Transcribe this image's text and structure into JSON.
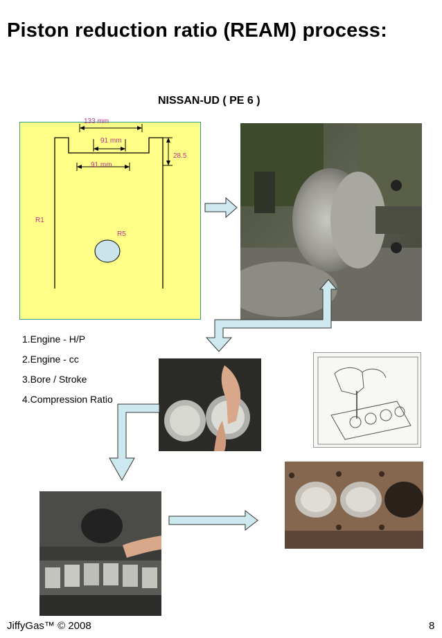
{
  "page": {
    "title": "Piston reduction ratio (REAM) process:",
    "subtitle": "NISSAN-UD ( PE 6 )"
  },
  "diagram": {
    "dim_top": "133 mm",
    "dim_inner": "91 mm",
    "dim_lower": "91 mm",
    "dim_depth": "28.5",
    "label_r1": "R1",
    "label_r5": "R5",
    "colors": {
      "fill": "#ffff88",
      "border": "#2e9e8e",
      "dimension_text": "#c0308a",
      "hole": "#c9e4ea"
    }
  },
  "spec_list": [
    "1.Engine - H/P",
    "2.Engine -  cc",
    "3.Bore / Stroke",
    "4.Compression Ratio"
  ],
  "photos": [
    {
      "subject": "piston on lathe"
    },
    {
      "subject": "hand on pistons in cylinders"
    },
    {
      "subject": "reaming sketch"
    },
    {
      "subject": "pistons on engine bench"
    },
    {
      "subject": "cylinder block top"
    }
  ],
  "arrow_color": "#cde8ee",
  "footer": {
    "brand": "JiffyGas™ © 2008",
    "page_number": "8"
  }
}
